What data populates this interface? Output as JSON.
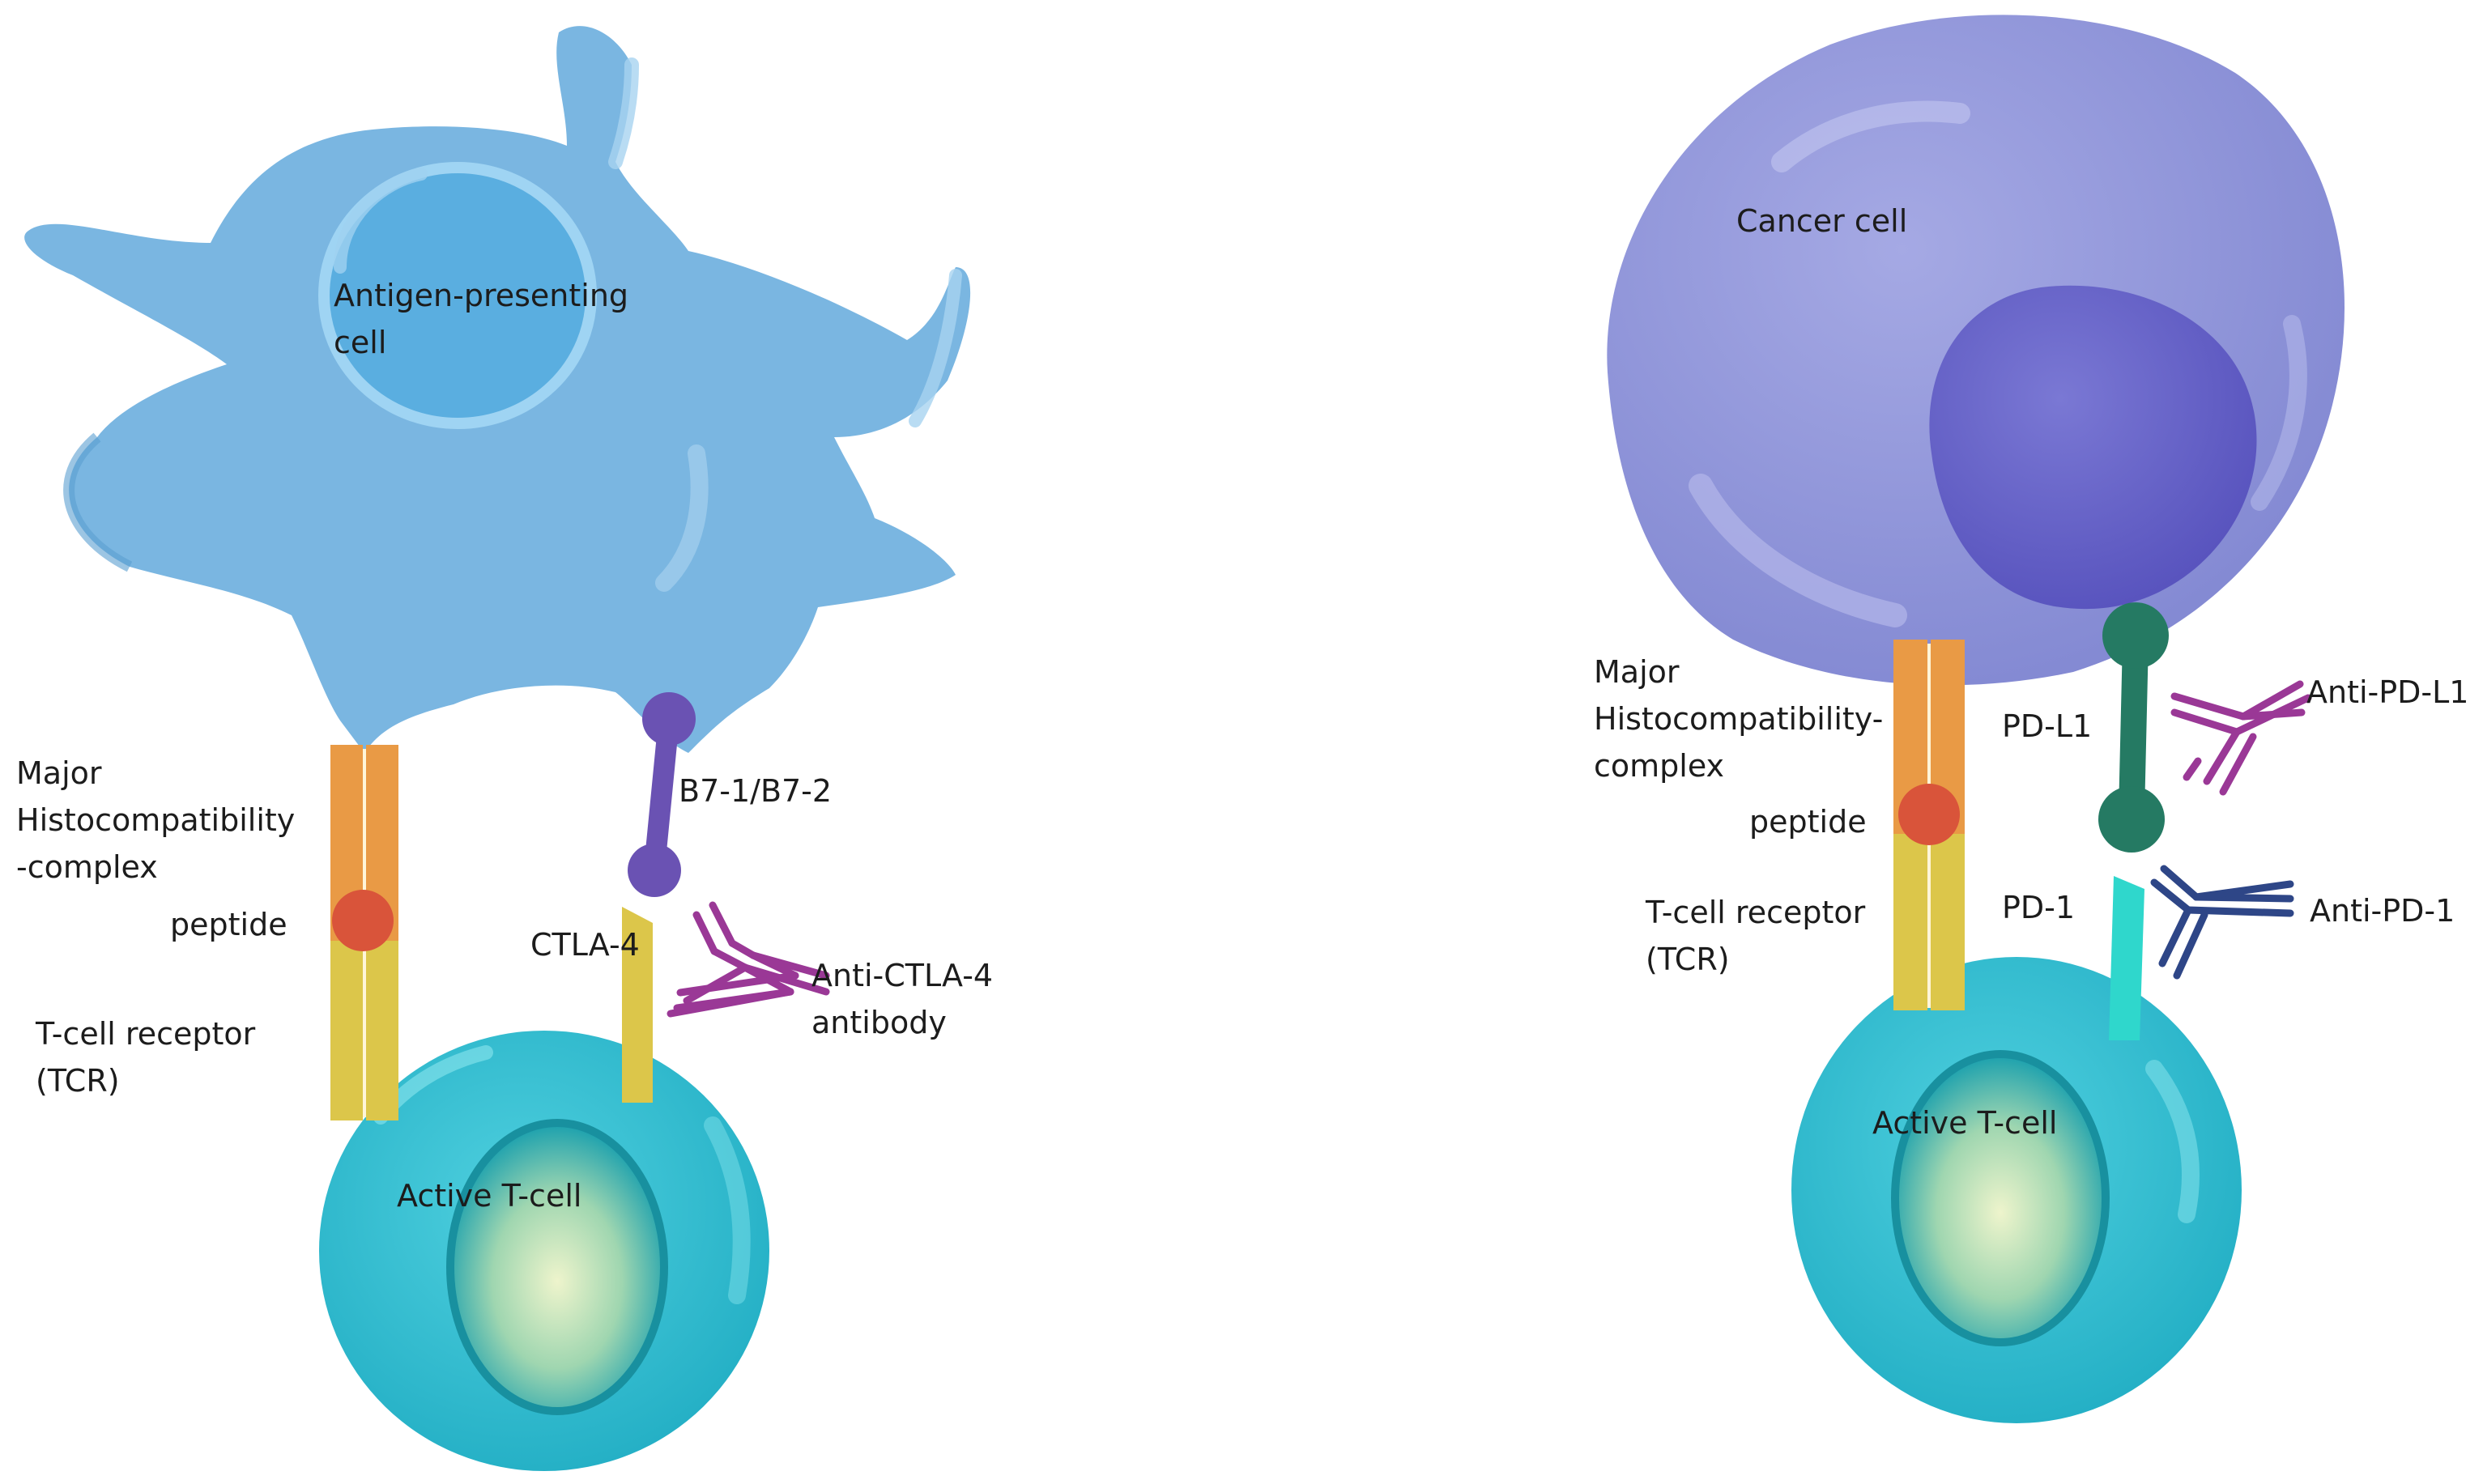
{
  "left_panel": {
    "apc_label_line1": "Antigen-presenting",
    "apc_label_line2": "cell",
    "mhc_label_line1": "Major",
    "mhc_label_line2": "Histocompatibility",
    "mhc_label_line3": "-complex",
    "peptide_label": "peptide",
    "tcr_label_line1": "T-cell receptor",
    "tcr_label_line2": "(TCR)",
    "b7_label": "B7-1/B7-2",
    "ctla4_label": "CTLA-4",
    "antibody_label_line1": "Anti-CTLA-4",
    "antibody_label_line2": "antibody",
    "tcell_label": "Active T-cell"
  },
  "right_panel": {
    "cancer_label": "Cancer cell",
    "mhc_label_line1": "Major",
    "mhc_label_line2": "Histocompatibility-",
    "mhc_label_line3": "complex",
    "peptide_label": "peptide",
    "tcr_label_line1": "T-cell receptor",
    "tcr_label_line2": "(TCR)",
    "pdl1_label": "PD-L1",
    "pd1_label": "PD-1",
    "anti_pdl1_label": "Anti-PD-L1",
    "anti_pd1_label": "Anti-PD-1",
    "tcell_label": "Active T-cell"
  },
  "colors": {
    "apc_body": "#78b6e2",
    "apc_nucleus": "#5eb0e0",
    "cancer_body": "#8f93d8",
    "cancer_nucleus": "#6a66c9",
    "tcell_body": "#39c2d4",
    "tcell_nucleus_center": "#e6f0c4",
    "mhc_orange": "#e99a45",
    "tcr_yellow": "#dcc64a",
    "peptide_red": "#d9543a",
    "b7_purple": "#6a52b3",
    "pdl1_green": "#257a63",
    "pd1_cyan": "#2fd7cc",
    "antibody_magenta": "#9a3896",
    "antibody_navy": "#2e4687"
  }
}
